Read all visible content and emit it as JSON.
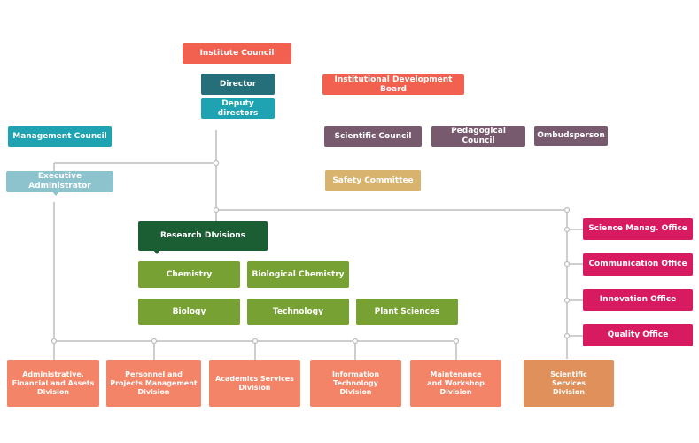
{
  "colors": {
    "coral": "#F2604F",
    "teal_dark": "#246F7A",
    "teal": "#1FA3B3",
    "teal_light": "#8CC3CD",
    "purple": "#775A6E",
    "sand": "#D7B36D",
    "forest": "#1B5E34",
    "olive": "#77A233",
    "magenta": "#D81B60",
    "salmon": "#F38467",
    "orange": "#E0915B",
    "connector": "#BDBDBD"
  },
  "nodes": {
    "institute_council": "Institute Council",
    "director": "Director",
    "deputy_directors": "Deputy directors",
    "institutional_development_board": "Institutional Development Board",
    "management_council": "Management Council",
    "scientific_council": "Scientific Council",
    "pedagogical_council": "Pedagogical Council",
    "ombudsperson": "Ombudsperson",
    "executive_administrator": "Executive Administrator",
    "safety_committee": "Safety Committee",
    "research_divisions": "Research DIvisions",
    "chemistry": "Chemistry",
    "biological_chemistry": "Biological Chemistry",
    "biology": "Biology",
    "technology": "Technology",
    "plant_sciences": "Plant Sciences",
    "science_manag_office": "Science Manag. Office",
    "communication_office": "Communication Office",
    "innovation_office": "Innovation Office",
    "quality_office": "Quality Office",
    "div_admin": [
      "Administrative,",
      "Financial and Assets",
      "Division"
    ],
    "div_personnel": [
      "Personnel and",
      "Projects Management",
      "Division"
    ],
    "div_academics": [
      "Academics Services",
      "Division"
    ],
    "div_it": [
      "Information",
      "Technology",
      "Division"
    ],
    "div_maintenance": [
      "Maintenance",
      "and Workshop",
      "Division"
    ],
    "div_scientific": [
      "Scientific",
      "Services",
      "Division"
    ]
  }
}
